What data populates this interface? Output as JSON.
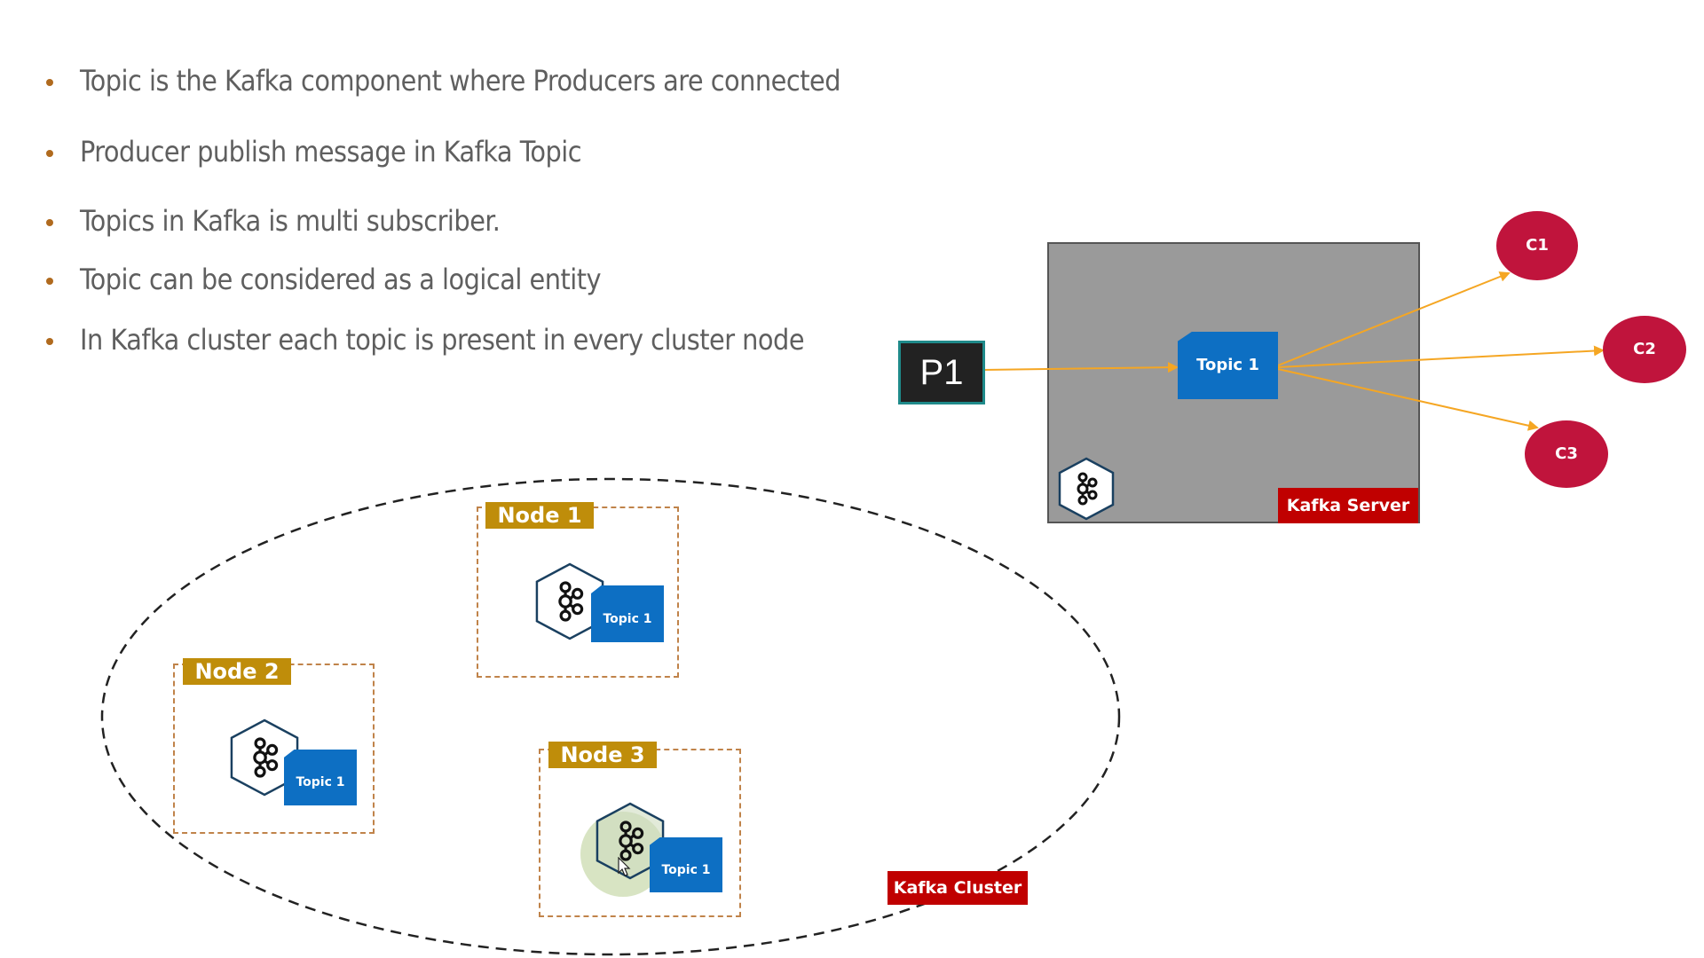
{
  "bullets": [
    "Topic is the Kafka component where Producers are connected",
    "Producer publish message in Kafka Topic",
    "Topics in Kafka is multi subscriber.",
    "Topic can be considered as a logical entity",
    "In Kafka cluster each topic is present in every cluster node"
  ],
  "server_diagram": {
    "producer": "P1",
    "topic": "Topic 1",
    "server_label": "Kafka Server",
    "consumers": [
      "C1",
      "C2",
      "C3"
    ]
  },
  "cluster_diagram": {
    "cluster_label": "Kafka Cluster",
    "nodes": [
      {
        "label": "Node 1",
        "topic": "Topic 1"
      },
      {
        "label": "Node 2",
        "topic": "Topic 1"
      },
      {
        "label": "Node 3",
        "topic": "Topic 1"
      }
    ]
  },
  "colors": {
    "arrow": "#f5a623",
    "topic_blue": "#0d6fc3",
    "label_red": "#c00000",
    "consumer_red": "#c0143c",
    "node_label_gold": "#bf8d0a",
    "server_gray": "#9a9a9a"
  },
  "icons": [
    "kafka-logo-icon",
    "cursor-icon"
  ]
}
